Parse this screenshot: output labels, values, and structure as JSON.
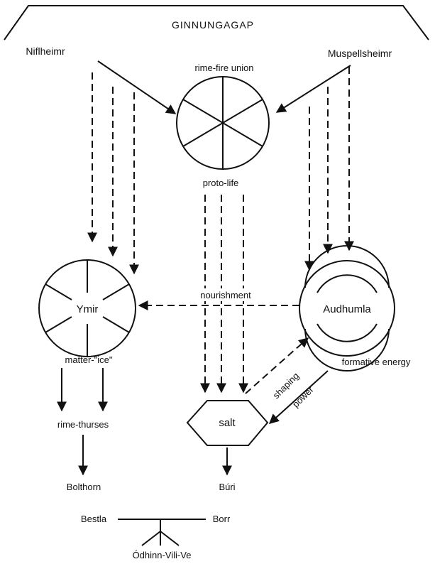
{
  "title": "GINNUNGAGAP",
  "labels": {
    "niflheimr": "Niflheimr",
    "muspellsheimr": "Muspellsheimr",
    "union": "rime-fire union",
    "protolife": "proto-life",
    "nourishment": "nourishment",
    "ymir": "Ymir",
    "audhumla": "Audhumla",
    "matter": "matter-\"ice\"",
    "formative": "formative energy",
    "salt": "salt",
    "shaping": "shaping",
    "power": "power",
    "rimethurses": "rime-thurses",
    "bolthorn": "Bolthorn",
    "buri": "Búri",
    "bestla": "Bestla",
    "borr": "Borr",
    "gods": "Ódhinn-Vili-Ve"
  }
}
